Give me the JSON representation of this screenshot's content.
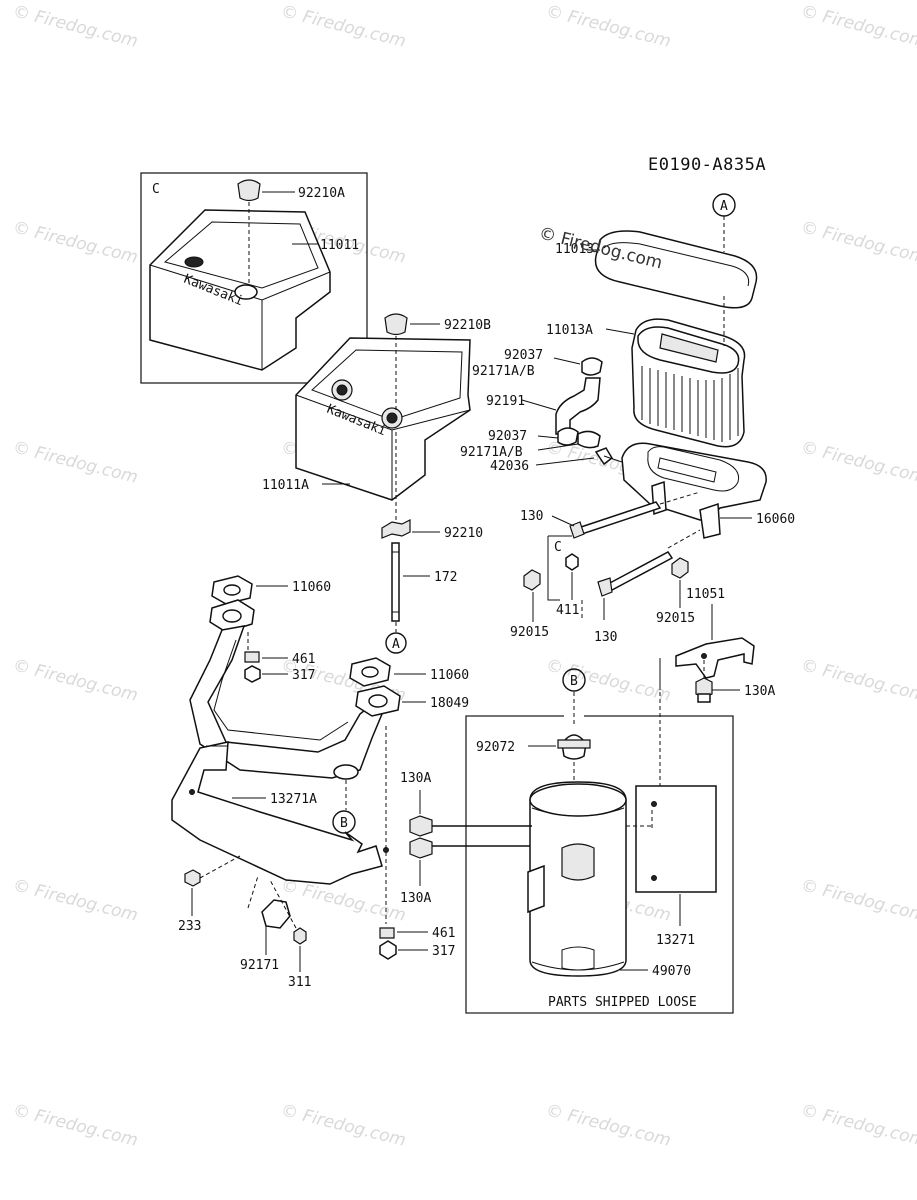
{
  "diagram_code": "E0190-A835A",
  "watermark": "© Firedog.com",
  "overlay_watermark": "© Firedog.com",
  "overlapped_label": "11013",
  "box_letter": "C",
  "note": "PARTS SHIPPED LOOSE",
  "callouts": {
    "a_top": "A",
    "a_bottom": "A",
    "b_exhaust": "B",
    "b_muffler": "B"
  },
  "labels": {
    "p92210A": "92210A",
    "p11011": "11011",
    "p92210B": "92210B",
    "p11011A": "11011A",
    "p92210": "92210",
    "p172": "172",
    "p11060_top": "11060",
    "p461_left": "461",
    "p317_left": "317",
    "p11060_right": "11060",
    "p18049": "18049",
    "p13271A": "13271A",
    "p233": "233",
    "p92171": "92171",
    "p311": "311",
    "p461_bottom": "461",
    "p317_bottom": "317",
    "p11013A": "11013A",
    "p92037_top": "92037",
    "p92171AB_top": "92171A/B",
    "p92191": "92191",
    "p92037_bottom": "92037",
    "p92171AB_bottom": "92171A/B",
    "p42036": "42036",
    "p130_top": "130",
    "p16060": "16060",
    "c_small": "C",
    "p92015_left": "92015",
    "p411": "411",
    "p130_mid": "130",
    "p92015_right": "92015",
    "p11051": "11051",
    "p130A_right": "130A",
    "p92072": "92072",
    "p130A_upper": "130A",
    "p130A_lower": "130A",
    "p13271": "13271",
    "p49070": "49070"
  }
}
